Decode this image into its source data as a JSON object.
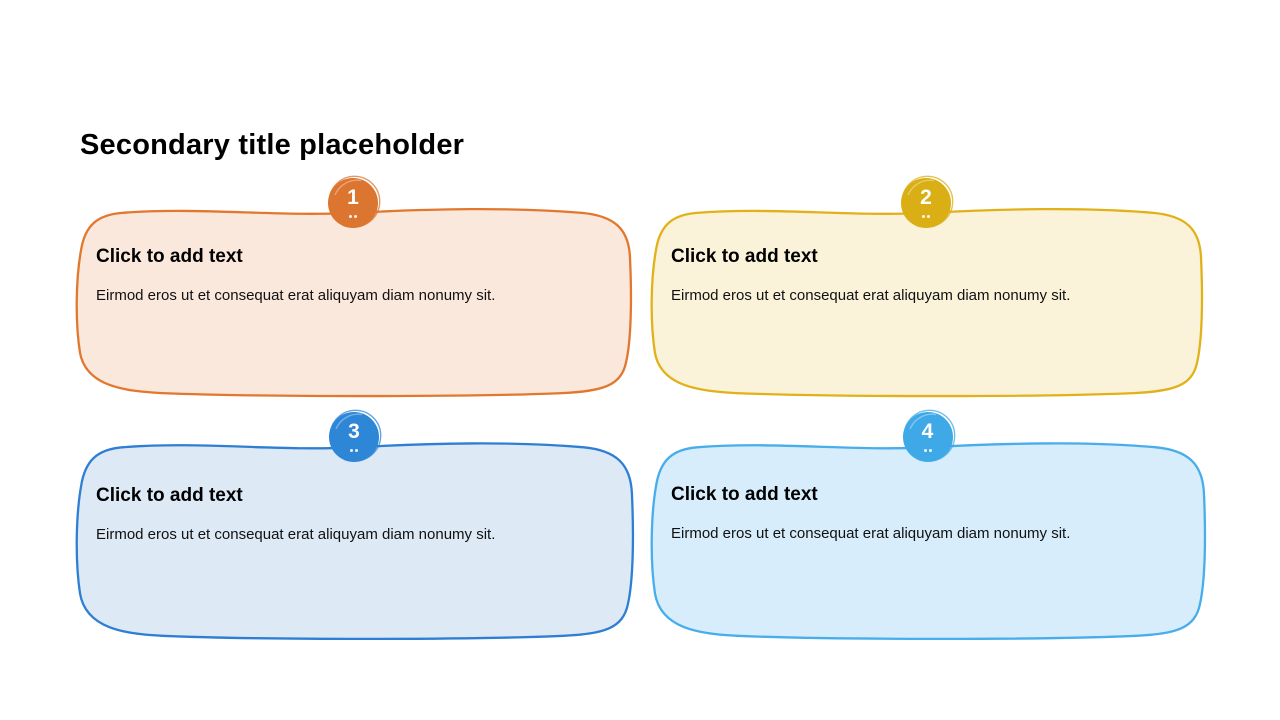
{
  "slide": {
    "title": "Secondary title placeholder",
    "background_color": "#ffffff"
  },
  "cards": [
    {
      "number": "1",
      "heading": "Click to add text",
      "body": "Eirmod eros ut et consequat erat aliquyam diam nonumy sit.",
      "fill_color": "#FAE8DC",
      "border_color": "#E2772E",
      "badge_color": "#DB7530",
      "badge_text_color": "#FFFFFF"
    },
    {
      "number": "2",
      "heading": "Click to add text",
      "body": "Eirmod eros ut et consequat erat aliquyam diam nonumy sit.",
      "fill_color": "#FAF3DA",
      "border_color": "#E2B119",
      "badge_color": "#D9AF15",
      "badge_text_color": "#FFFFFF"
    },
    {
      "number": "3",
      "heading": "Click to add text",
      "body": "Eirmod eros ut et consequat erat aliquyam diam nonumy sit.",
      "fill_color": "#DEE9F6",
      "border_color": "#2E7FD4",
      "badge_color": "#2E86D7",
      "badge_text_color": "#FFFFFF"
    },
    {
      "number": "4",
      "heading": "Click to add text",
      "body": "Eirmod eros ut et consequat erat aliquyam diam nonumy sit.",
      "fill_color": "#D7EDFB",
      "border_color": "#47ADEB",
      "badge_color": "#3FA9E8",
      "badge_text_color": "#FFFFFF"
    }
  ]
}
